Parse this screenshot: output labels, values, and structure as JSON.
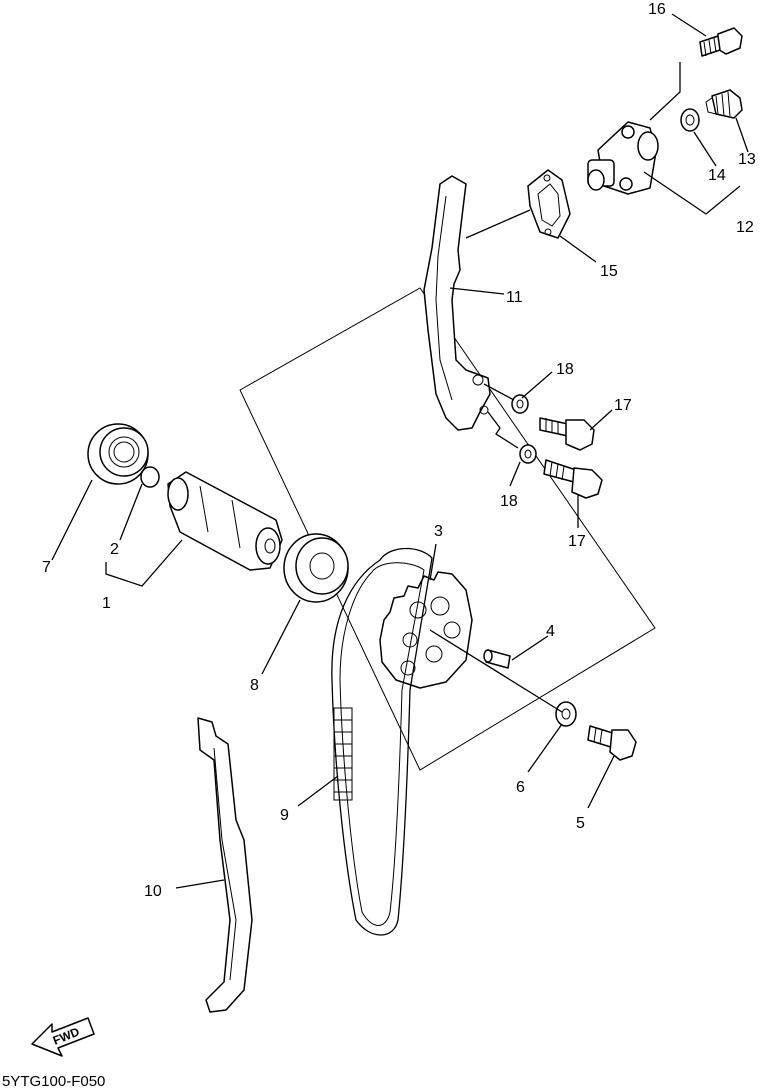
{
  "labels": {
    "l1": "1",
    "l2": "2",
    "l3": "3",
    "l4": "4",
    "l5": "5",
    "l6": "6",
    "l7": "7",
    "l8": "8",
    "l9": "9",
    "l10": "10",
    "l11": "11",
    "l12": "12",
    "l13": "13",
    "l14": "14",
    "l15": "15",
    "l16": "16",
    "l17a": "17",
    "l17b": "17",
    "l18a": "18",
    "l18b": "18"
  },
  "fwd_label": "FWD",
  "drawing_code": "5YTG100-F050"
}
